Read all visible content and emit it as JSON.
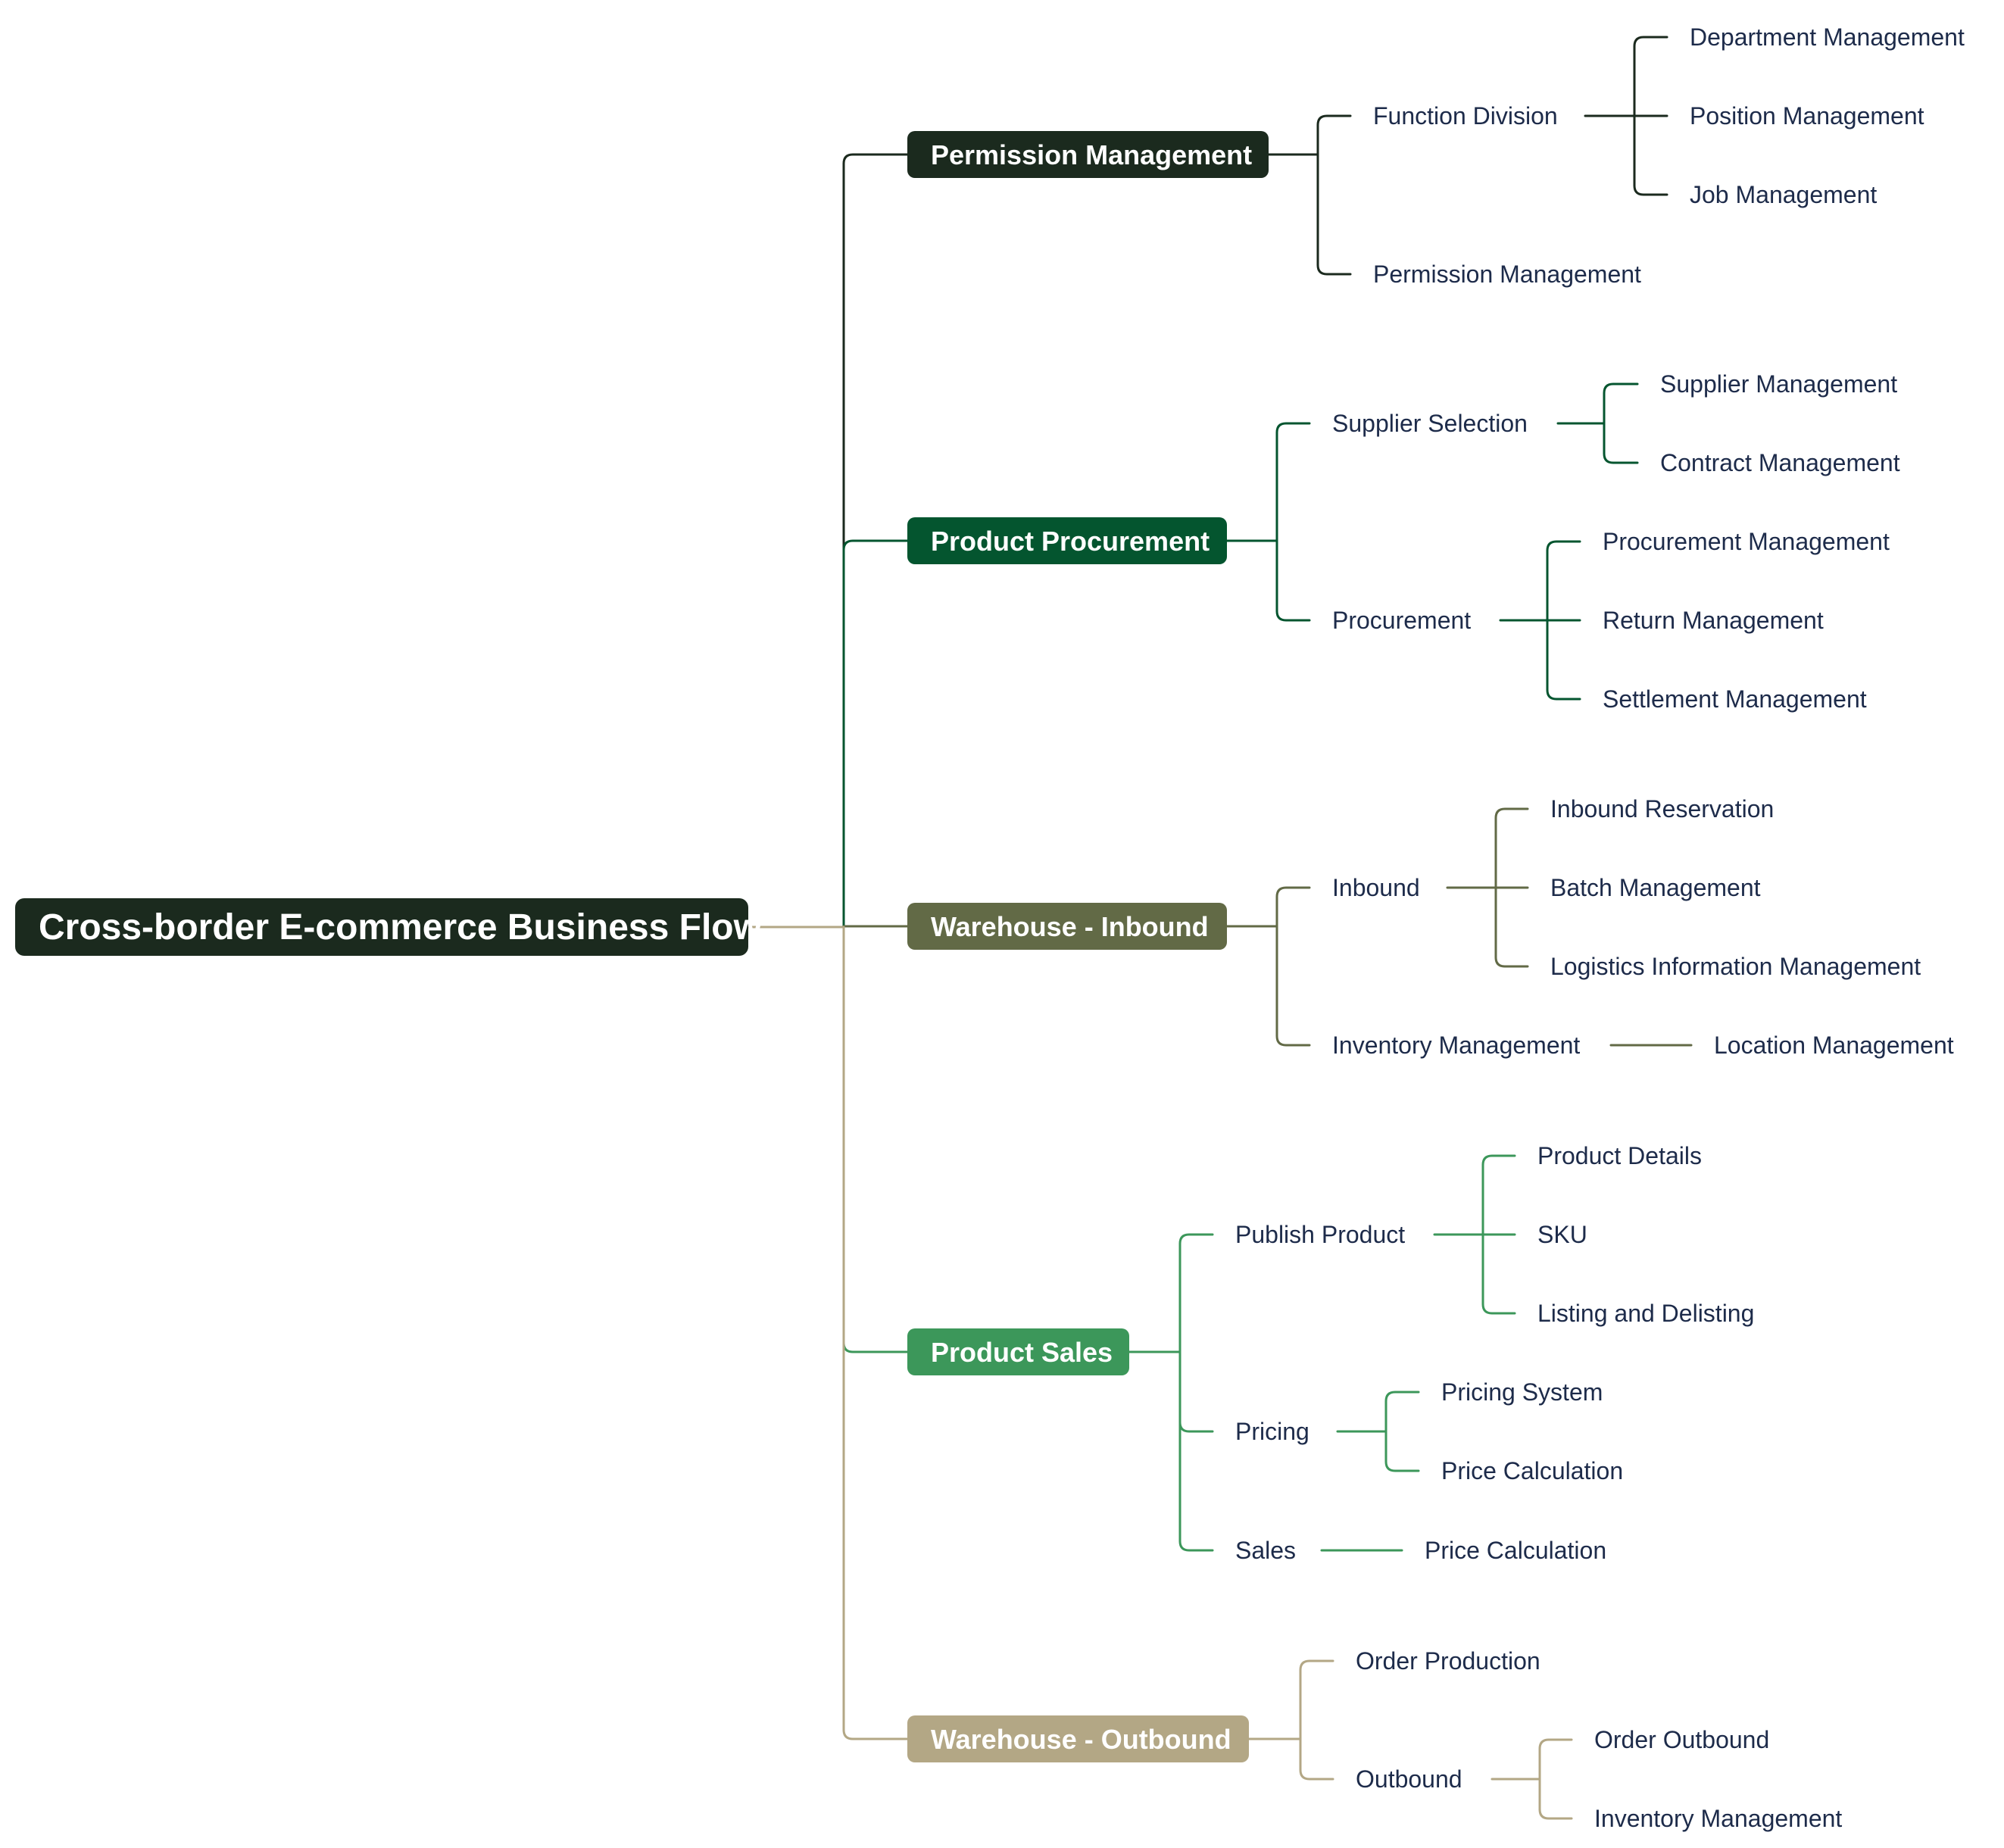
{
  "root": {
    "label": "Cross-border E-commerce Business Flow",
    "color": "#1b2a1e"
  },
  "branches": [
    {
      "label": "Permission Management",
      "color": "#1b2a1e",
      "children": [
        {
          "label": "Function Division",
          "children": [
            {
              "label": "Department Management"
            },
            {
              "label": "Position Management"
            },
            {
              "label": "Job Management"
            }
          ]
        },
        {
          "label": "Permission Management",
          "children": []
        }
      ]
    },
    {
      "label": "Product Procurement",
      "color": "#04552f",
      "children": [
        {
          "label": "Supplier Selection",
          "children": [
            {
              "label": "Supplier Management"
            },
            {
              "label": "Contract Management"
            }
          ]
        },
        {
          "label": "Procurement",
          "children": [
            {
              "label": "Procurement Management"
            },
            {
              "label": "Return Management"
            },
            {
              "label": "Settlement Management"
            }
          ]
        }
      ]
    },
    {
      "label": "Warehouse - Inbound",
      "color": "#626a46",
      "children": [
        {
          "label": "Inbound",
          "children": [
            {
              "label": "Inbound Reservation"
            },
            {
              "label": "Batch Management"
            },
            {
              "label": "Logistics Information Management"
            }
          ]
        },
        {
          "label": "Inventory Management",
          "children": [
            {
              "label": "Location Management"
            }
          ]
        }
      ]
    },
    {
      "label": "Product Sales",
      "color": "#3c975a",
      "children": [
        {
          "label": "Publish Product",
          "children": [
            {
              "label": "Product Details"
            },
            {
              "label": "SKU"
            },
            {
              "label": "Listing and Delisting"
            }
          ]
        },
        {
          "label": "Pricing",
          "children": [
            {
              "label": "Pricing System"
            },
            {
              "label": "Price Calculation"
            }
          ]
        },
        {
          "label": "Sales",
          "children": [
            {
              "label": "Price Calculation"
            }
          ]
        }
      ]
    },
    {
      "label": "Warehouse - Outbound",
      "color": "#b3a785",
      "children": [
        {
          "label": "Order Production",
          "children": []
        },
        {
          "label": "Outbound",
          "children": [
            {
              "label": "Order Outbound"
            },
            {
              "label": "Inventory Management"
            }
          ]
        }
      ]
    }
  ]
}
